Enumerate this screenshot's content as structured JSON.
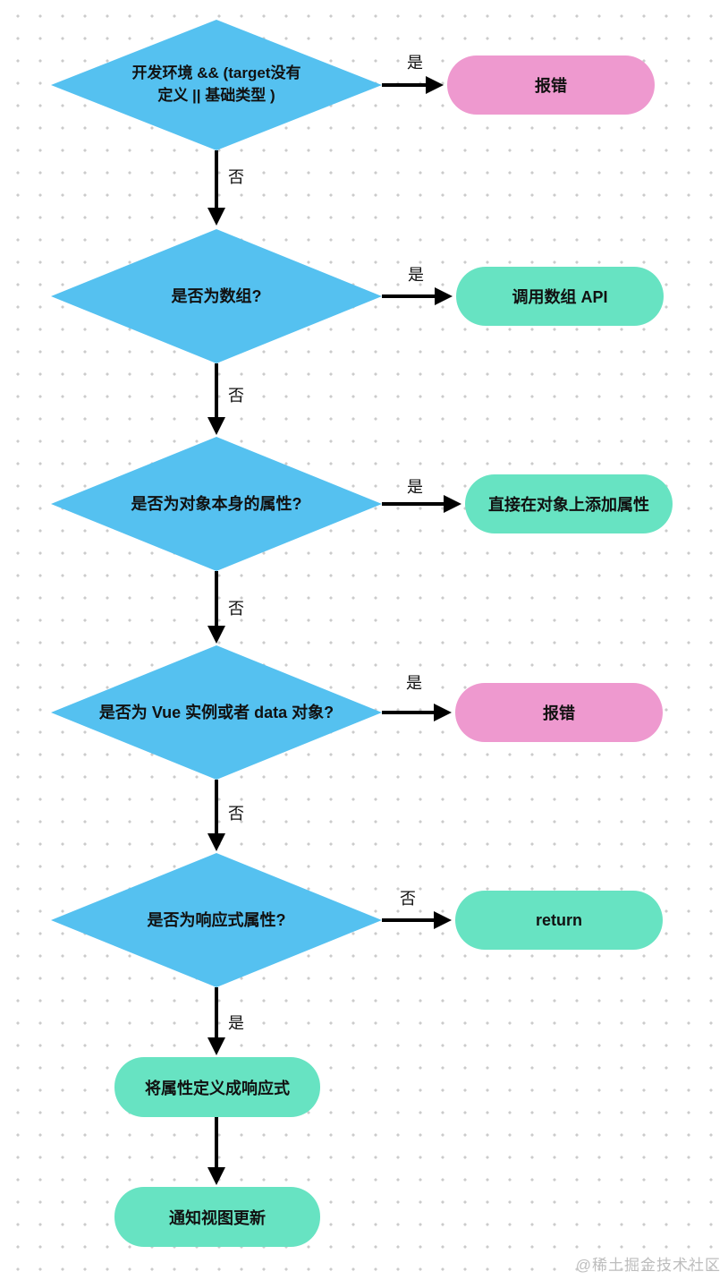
{
  "colors": {
    "diamond": "#55c1f0",
    "pink": "#ee99cf",
    "green": "#67e3c2",
    "text": "#111111",
    "arrow": "#000000",
    "dot": "#cbcbcb",
    "watermark": "#bdbdbd"
  },
  "nodes": {
    "d1": {
      "type": "decision",
      "label": "开发环境 && (target没有\n定义 || 基础类型 )"
    },
    "p1": {
      "type": "terminal",
      "label": "报错"
    },
    "d2": {
      "type": "decision",
      "label": "是否为数组?"
    },
    "g1": {
      "type": "process",
      "label": "调用数组 API"
    },
    "d3": {
      "type": "decision",
      "label": "是否为对象本身的属性?"
    },
    "g2": {
      "type": "process",
      "label": "直接在对象上添加属性"
    },
    "d4": {
      "type": "decision",
      "label": "是否为 Vue 实例或者 data 对象?"
    },
    "p2": {
      "type": "terminal",
      "label": "报错"
    },
    "d5": {
      "type": "decision",
      "label": "是否为响应式属性?"
    },
    "g3": {
      "type": "process",
      "label": "return"
    },
    "g4": {
      "type": "process",
      "label": "将属性定义成响应式"
    },
    "g5": {
      "type": "process",
      "label": "通知视图更新"
    }
  },
  "edge_labels": {
    "d1_yes": "是",
    "d1_no": "否",
    "d2_yes": "是",
    "d2_no": "否",
    "d3_yes": "是",
    "d3_no": "否",
    "d4_yes": "是",
    "d4_no": "否",
    "d5_no": "否",
    "d5_yes": "是"
  },
  "watermark": "@稀土掘金技术社区"
}
